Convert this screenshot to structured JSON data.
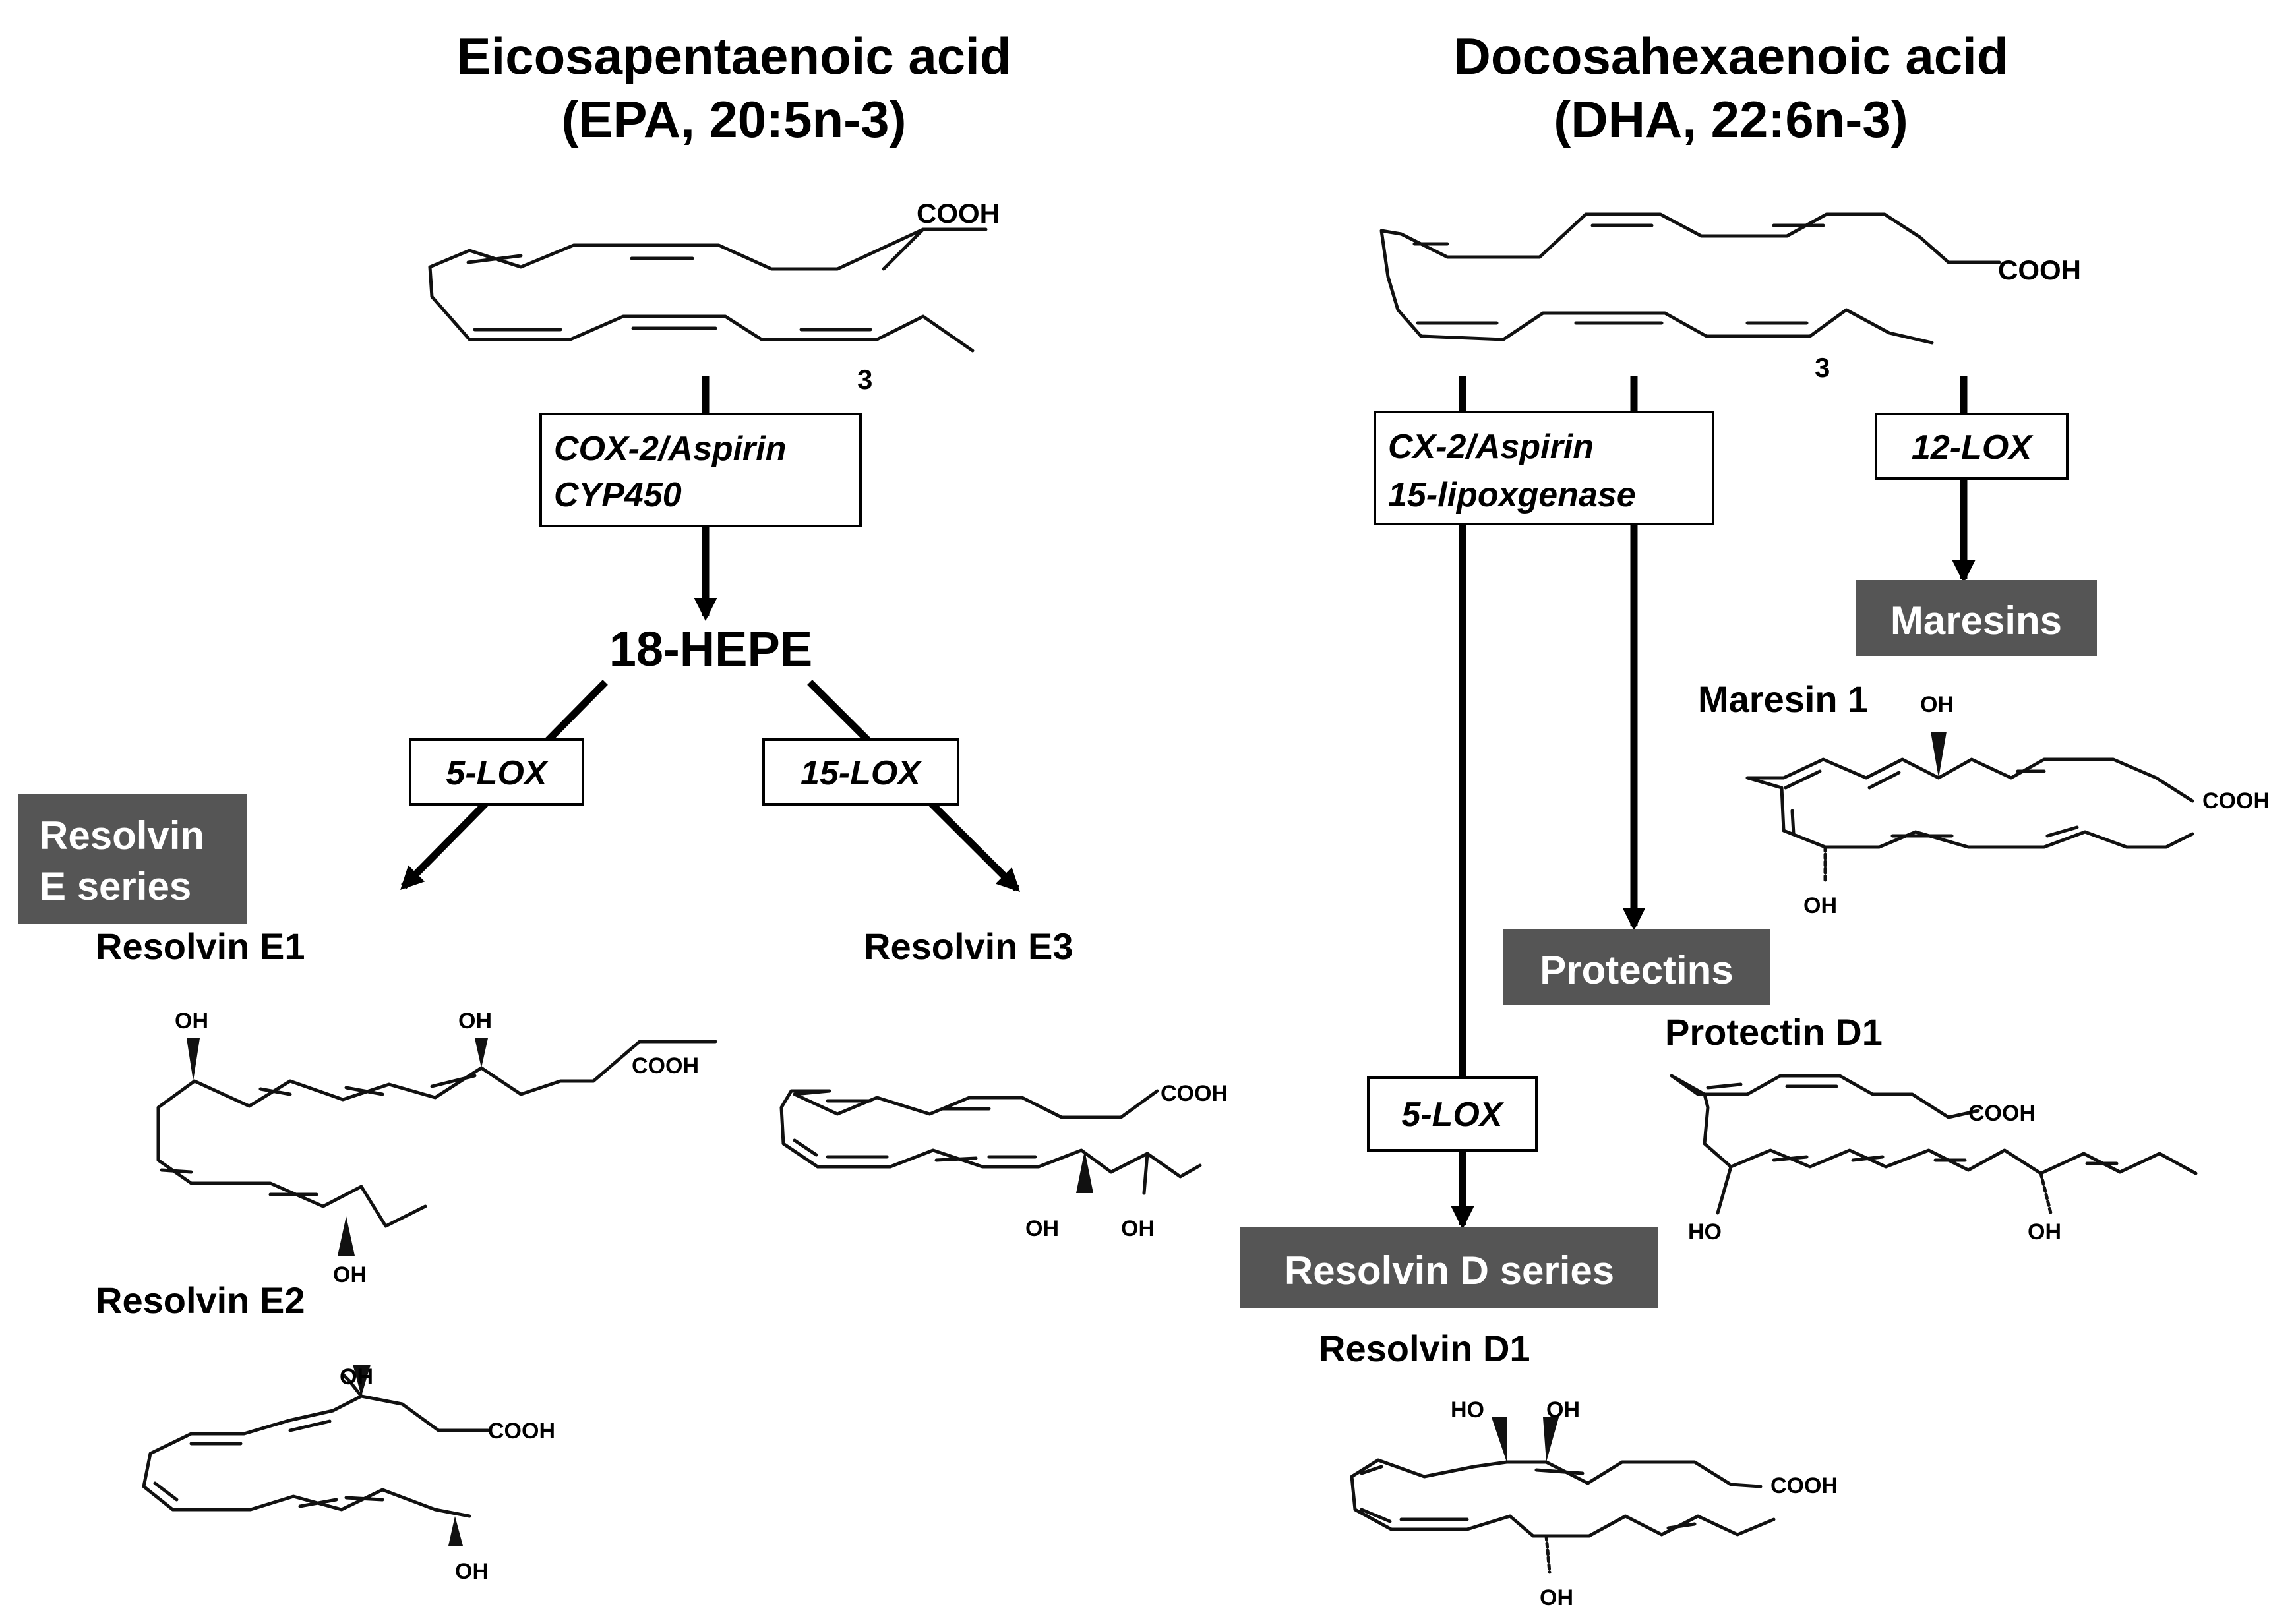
{
  "epa": {
    "title_line1": "Eicosapentaenoic acid",
    "title_line2": "(EPA, 20:5n-3)",
    "cooh": "COOH",
    "omega": "3",
    "enzyme_line1": "COX-2/Aspirin",
    "enzyme_line2": "CYP450",
    "intermediate": "18-HEPE",
    "lox5": "5-LOX",
    "lox15": "15-LOX",
    "class_line1": "Resolvin",
    "class_line2": "E series",
    "rve1": {
      "name": "Resolvin E1",
      "oh1": "OH",
      "oh2": "OH",
      "oh3": "OH",
      "cooh": "COOH"
    },
    "rve2": {
      "name": "Resolvin E2",
      "oh1": "OH",
      "oh2": "OH",
      "cooh": "COOH"
    },
    "rve3": {
      "name": "Resolvin E3",
      "oh1": "OH",
      "oh2": "OH",
      "cooh": "COOH"
    }
  },
  "dha": {
    "title_line1": "Docosahexaenoic acid",
    "title_line2": "(DHA, 22:6n-3)",
    "cooh": "COOH",
    "omega": "3",
    "enzyme_line1": "CX-2/Aspirin",
    "enzyme_line2": "15-lipoxgenase",
    "lox12": "12-LOX",
    "lox5": "5-LOX",
    "maresins": "Maresins",
    "protectins": "Protectins",
    "resolvin_d": "Resolvin D series",
    "mar1": {
      "name": "Maresin 1",
      "oh1": "OH",
      "oh2": "OH",
      "cooh": "COOH"
    },
    "pd1": {
      "name": "Protectin D1",
      "oh1": "HO",
      "oh2": "OH",
      "cooh": "COOH"
    },
    "rvd1": {
      "name": "Resolvin D1",
      "oh1": "HO",
      "oh2": "OH",
      "oh3": "OH",
      "cooh": "COOH"
    }
  },
  "colors": {
    "class_box": "#555555",
    "line": "#000000"
  }
}
